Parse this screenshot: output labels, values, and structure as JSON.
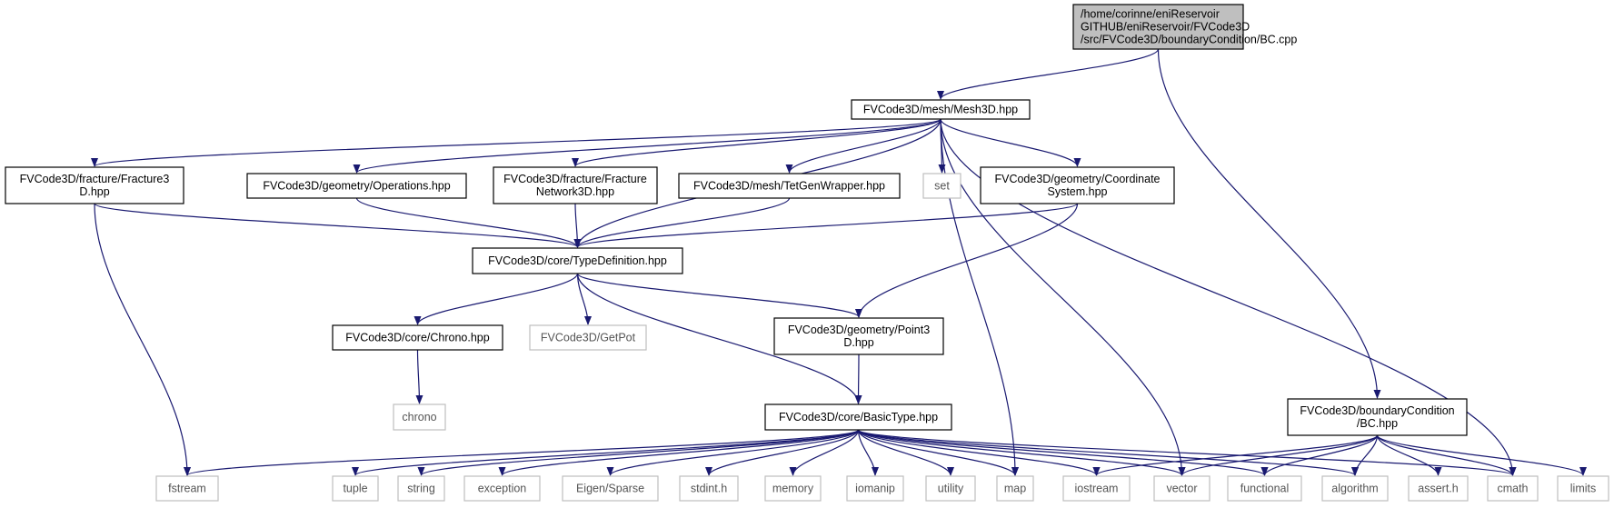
{
  "colors": {
    "edge": "#191970",
    "root_fill": "#bfbfbf",
    "node_border": "#000000",
    "external_border": "#bfbfbf",
    "node_fill": "#ffffff"
  },
  "nodes": [
    {
      "id": "bc_cpp",
      "kind": "root",
      "lines": [
        "/home/corinne/eniReservoir",
        "GITHUB/eniReservoir/FVCode3D",
        "/src/FVCode3D/boundaryCondition/BC.cpp"
      ]
    },
    {
      "id": "mesh3d",
      "kind": "internal",
      "lines": [
        "FVCode3D/mesh/Mesh3D.hpp"
      ]
    },
    {
      "id": "fracture3d",
      "kind": "internal",
      "lines": [
        "FVCode3D/fracture/Fracture3",
        "D.hpp"
      ]
    },
    {
      "id": "operations",
      "kind": "internal",
      "lines": [
        "FVCode3D/geometry/Operations.hpp"
      ]
    },
    {
      "id": "fracnet",
      "kind": "internal",
      "lines": [
        "FVCode3D/fracture/Fracture",
        "Network3D.hpp"
      ]
    },
    {
      "id": "tetgen",
      "kind": "internal",
      "lines": [
        "FVCode3D/mesh/TetGenWrapper.hpp"
      ]
    },
    {
      "id": "set",
      "kind": "external",
      "lines": [
        "set"
      ]
    },
    {
      "id": "coordsys",
      "kind": "internal",
      "lines": [
        "FVCode3D/geometry/Coordinate",
        "System.hpp"
      ]
    },
    {
      "id": "typedef",
      "kind": "internal",
      "lines": [
        "FVCode3D/core/TypeDefinition.hpp"
      ]
    },
    {
      "id": "chrono_hpp",
      "kind": "internal",
      "lines": [
        "FVCode3D/core/Chrono.hpp"
      ]
    },
    {
      "id": "getpot",
      "kind": "external",
      "lines": [
        "FVCode3D/GetPot"
      ]
    },
    {
      "id": "point3d",
      "kind": "internal",
      "lines": [
        "FVCode3D/geometry/Point3",
        "D.hpp"
      ]
    },
    {
      "id": "chrono",
      "kind": "external",
      "lines": [
        "chrono"
      ]
    },
    {
      "id": "basictype",
      "kind": "internal",
      "lines": [
        "FVCode3D/core/BasicType.hpp"
      ]
    },
    {
      "id": "bc_hpp",
      "kind": "internal",
      "lines": [
        "FVCode3D/boundaryCondition",
        "/BC.hpp"
      ]
    },
    {
      "id": "fstream",
      "kind": "external",
      "lines": [
        "fstream"
      ]
    },
    {
      "id": "tuple",
      "kind": "external",
      "lines": [
        "tuple"
      ]
    },
    {
      "id": "string",
      "kind": "external",
      "lines": [
        "string"
      ]
    },
    {
      "id": "exception",
      "kind": "external",
      "lines": [
        "exception"
      ]
    },
    {
      "id": "eigen",
      "kind": "external",
      "lines": [
        "Eigen/Sparse"
      ]
    },
    {
      "id": "stdint",
      "kind": "external",
      "lines": [
        "stdint.h"
      ]
    },
    {
      "id": "memory",
      "kind": "external",
      "lines": [
        "memory"
      ]
    },
    {
      "id": "iomanip",
      "kind": "external",
      "lines": [
        "iomanip"
      ]
    },
    {
      "id": "utility",
      "kind": "external",
      "lines": [
        "utility"
      ]
    },
    {
      "id": "map",
      "kind": "external",
      "lines": [
        "map"
      ]
    },
    {
      "id": "iostream",
      "kind": "external",
      "lines": [
        "iostream"
      ]
    },
    {
      "id": "vector",
      "kind": "external",
      "lines": [
        "vector"
      ]
    },
    {
      "id": "functional",
      "kind": "external",
      "lines": [
        "functional"
      ]
    },
    {
      "id": "algorithm",
      "kind": "external",
      "lines": [
        "algorithm"
      ]
    },
    {
      "id": "asserth",
      "kind": "external",
      "lines": [
        "assert.h"
      ]
    },
    {
      "id": "cmath",
      "kind": "external",
      "lines": [
        "cmath"
      ]
    },
    {
      "id": "limits",
      "kind": "external",
      "lines": [
        "limits"
      ]
    }
  ],
  "edges": [
    [
      "bc_cpp",
      "mesh3d"
    ],
    [
      "bc_cpp",
      "bc_hpp"
    ],
    [
      "mesh3d",
      "fracture3d"
    ],
    [
      "mesh3d",
      "operations"
    ],
    [
      "mesh3d",
      "fracnet"
    ],
    [
      "mesh3d",
      "tetgen"
    ],
    [
      "mesh3d",
      "set"
    ],
    [
      "mesh3d",
      "coordsys"
    ],
    [
      "mesh3d",
      "typedef"
    ],
    [
      "mesh3d",
      "map"
    ],
    [
      "mesh3d",
      "vector"
    ],
    [
      "mesh3d",
      "cmath"
    ],
    [
      "fracture3d",
      "typedef"
    ],
    [
      "fracture3d",
      "fstream"
    ],
    [
      "operations",
      "typedef"
    ],
    [
      "fracnet",
      "typedef"
    ],
    [
      "tetgen",
      "typedef"
    ],
    [
      "coordsys",
      "typedef"
    ],
    [
      "coordsys",
      "point3d"
    ],
    [
      "typedef",
      "chrono_hpp"
    ],
    [
      "typedef",
      "getpot"
    ],
    [
      "typedef",
      "point3d"
    ],
    [
      "typedef",
      "basictype"
    ],
    [
      "chrono_hpp",
      "chrono"
    ],
    [
      "point3d",
      "basictype"
    ],
    [
      "basictype",
      "fstream"
    ],
    [
      "basictype",
      "tuple"
    ],
    [
      "basictype",
      "string"
    ],
    [
      "basictype",
      "exception"
    ],
    [
      "basictype",
      "eigen"
    ],
    [
      "basictype",
      "stdint"
    ],
    [
      "basictype",
      "memory"
    ],
    [
      "basictype",
      "iomanip"
    ],
    [
      "basictype",
      "utility"
    ],
    [
      "basictype",
      "map"
    ],
    [
      "basictype",
      "iostream"
    ],
    [
      "basictype",
      "vector"
    ],
    [
      "basictype",
      "functional"
    ],
    [
      "basictype",
      "algorithm"
    ],
    [
      "basictype",
      "cmath"
    ],
    [
      "bc_hpp",
      "iostream"
    ],
    [
      "bc_hpp",
      "vector"
    ],
    [
      "bc_hpp",
      "functional"
    ],
    [
      "bc_hpp",
      "algorithm"
    ],
    [
      "bc_hpp",
      "asserth"
    ],
    [
      "bc_hpp",
      "cmath"
    ],
    [
      "bc_hpp",
      "limits"
    ]
  ]
}
